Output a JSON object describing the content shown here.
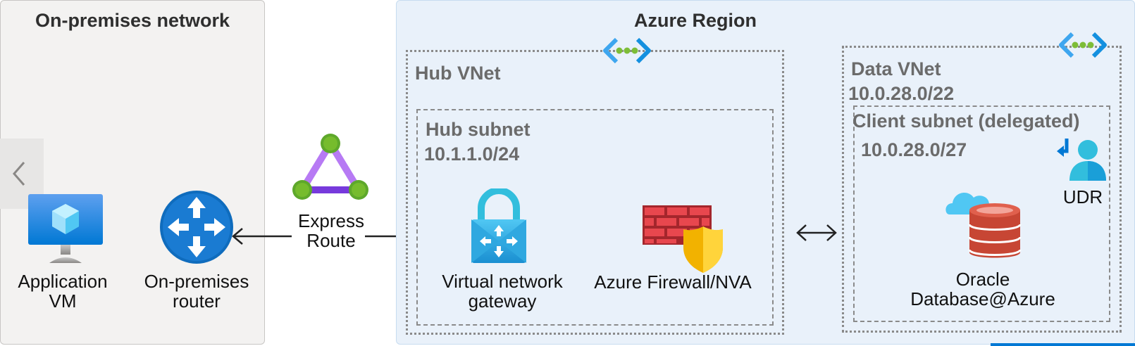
{
  "onprem": {
    "title": "On-premises network",
    "app_vm_label": "Application VM",
    "router_label": "On-premises router"
  },
  "expressroute": {
    "label_line1": "Express",
    "label_line2": "Route"
  },
  "azure": {
    "title": "Azure Region",
    "hub_vnet": {
      "title": "Hub VNet",
      "subnet_title": "Hub subnet",
      "subnet_cidr": "10.1.1.0/24",
      "gateway_label_line1": "Virtual network",
      "gateway_label_line2": "gateway",
      "firewall_label": "Azure Firewall/NVA"
    },
    "data_vnet": {
      "title": "Data VNet",
      "cidr": "10.0.28.0/22",
      "subnet_title": "Client subnet (delegated)",
      "subnet_cidr": "10.0.28.0/27",
      "udr_label": "UDR",
      "db_label_line1": "Oracle",
      "db_label_line2": "Database@Azure"
    }
  },
  "icons": [
    "chevron-left-icon",
    "virtual-machine-icon",
    "router-icon",
    "expressroute-icon",
    "vnet-icon",
    "vpn-gateway-icon",
    "firewall-icon",
    "udr-icon",
    "oracle-database-icon"
  ],
  "colors": {
    "azure_region_bg": "#e9f1fa",
    "onprem_bg": "#f3f2f1",
    "azure_blue": "#0078d4"
  }
}
